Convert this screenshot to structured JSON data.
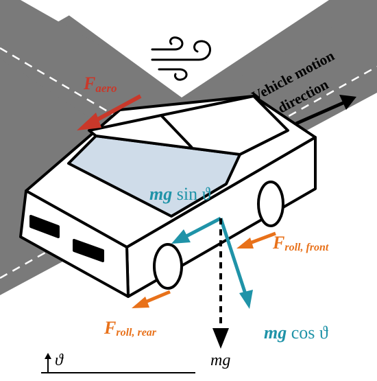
{
  "labels": {
    "f_aero_main": "F",
    "f_aero_sub": "aero",
    "motion_line1": "Vehicle motion",
    "motion_line2": "direction",
    "mg_sin_mg": "mg",
    "mg_sin_rest": " sin ϑ",
    "f_roll_front_main": "F",
    "f_roll_front_sub": "roll, front",
    "f_roll_rear_main": "F",
    "f_roll_rear_sub": "roll, rear",
    "mg_cos_mg": "mg",
    "mg_cos_rest": " cos ϑ",
    "mg": "mg",
    "theta": "ϑ"
  },
  "colors": {
    "road": "#7a7a7a",
    "background": "#ffffff",
    "car_body": "#ffffff",
    "car_outline": "#000000",
    "windshield": "#cfdce9",
    "aero_red": "#c9382a",
    "roll_orange": "#e8711a",
    "gravity_teal": "#1f93a8",
    "lane_dash": "#ffffff",
    "arrow_black": "#000000"
  },
  "icons": {
    "wind": "wind-icon"
  }
}
